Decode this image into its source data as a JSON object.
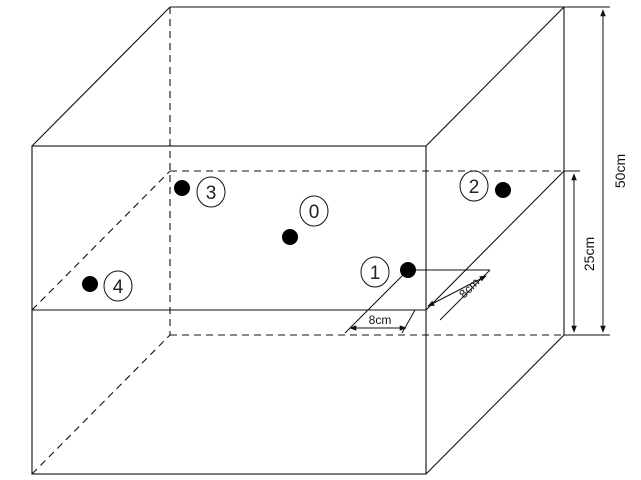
{
  "points": [
    {
      "id": "0",
      "label": "0"
    },
    {
      "id": "1",
      "label": "1"
    },
    {
      "id": "2",
      "label": "2"
    },
    {
      "id": "3",
      "label": "3"
    },
    {
      "id": "4",
      "label": "4"
    }
  ],
  "dimensions": {
    "height_total": "50cm",
    "height_plane": "25cm",
    "offset_x": "8cm",
    "offset_depth": "8cm"
  }
}
